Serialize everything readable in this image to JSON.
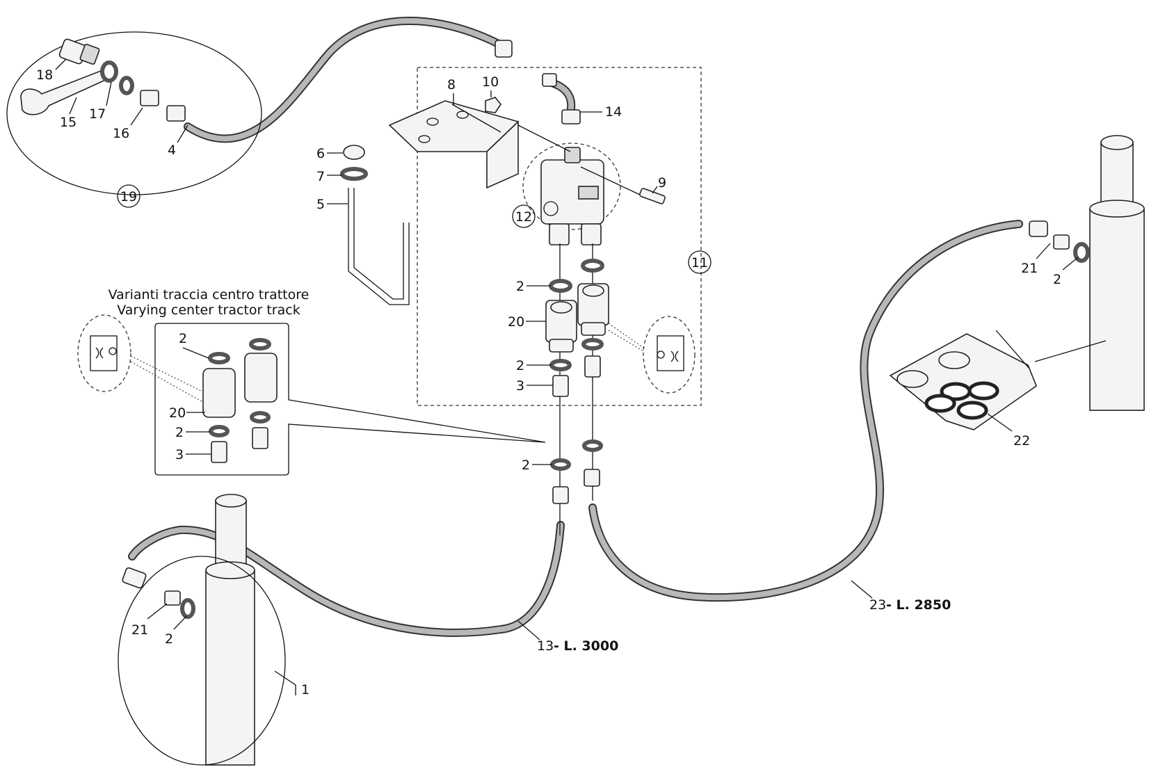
{
  "header": {
    "line1": "Varianti traccia centro trattore",
    "line2": "Varying center tractor track"
  },
  "callouts": {
    "n1": "1",
    "n2": "2",
    "n3": "3",
    "n4": "4",
    "n5": "5",
    "n6": "6",
    "n7": "7",
    "n8": "8",
    "n9": "9",
    "n10": "10",
    "n11": "11",
    "n12": "12",
    "n13": "13",
    "n14": "14",
    "n15": "15",
    "n16": "16",
    "n17": "17",
    "n18": "18",
    "n19": "19",
    "n20": "20",
    "n21": "21",
    "n22": "22",
    "n23": "23"
  },
  "hose_lengths": {
    "hose_13": " - L. 3000",
    "hose_23": " - L. 2850"
  },
  "colors": {
    "hose_fill": "#b8b8b8",
    "line": "#111111",
    "background": "#ffffff"
  }
}
